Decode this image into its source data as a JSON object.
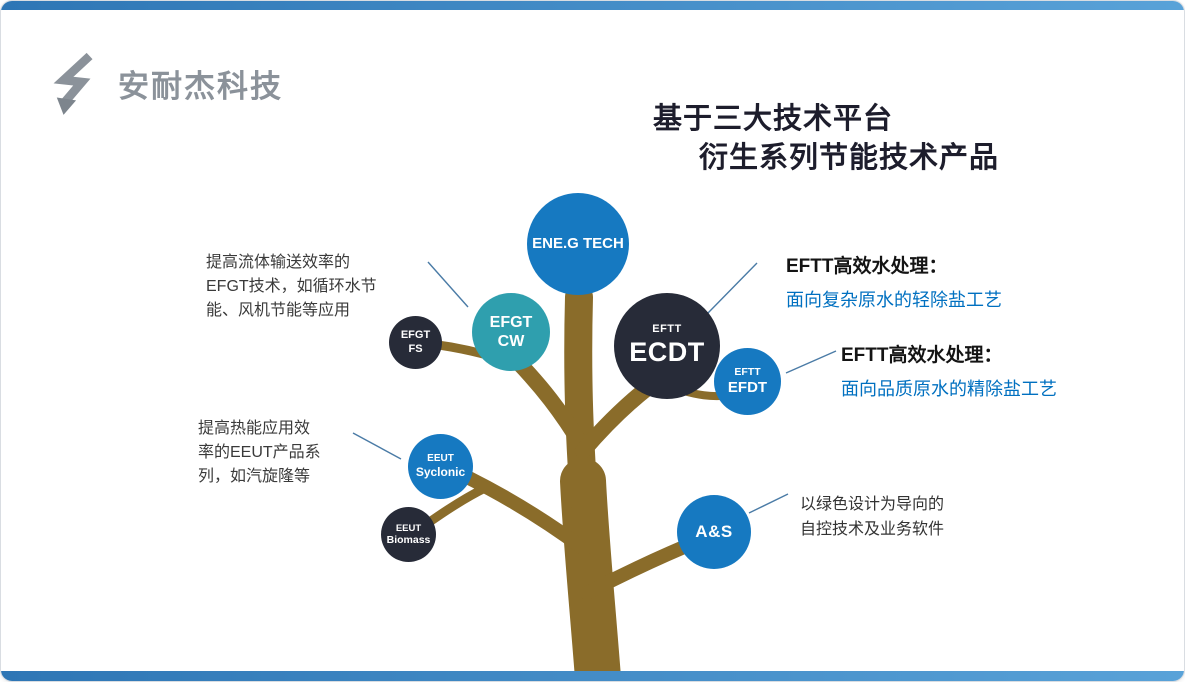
{
  "slide": {
    "logo": {
      "text": "安耐杰科技"
    },
    "title": {
      "line1": "基于三大技术平台",
      "line2": "衍生系列节能技术产品"
    },
    "colors": {
      "accent_bar_blue": "#2e76b5",
      "node_blue": "#1679c1",
      "node_teal": "#2f9fae",
      "node_dark": "#272b38",
      "trunk_brown": "#8a6c2a",
      "highlight_text_blue": "#0070c0",
      "logo_gray": "#8b929a"
    },
    "nodes": [
      {
        "id": "ene-g-tech",
        "lines": [
          "ENE.G TECH"
        ]
      },
      {
        "id": "efgt-cw",
        "lines": [
          "EFGT",
          "CW"
        ]
      },
      {
        "id": "efgt-fs",
        "lines": [
          "EFGT",
          "FS"
        ]
      },
      {
        "id": "ecdt",
        "lines": [
          "EFTT",
          "ECDT"
        ]
      },
      {
        "id": "efdt",
        "lines": [
          "EFTT",
          "EFDT"
        ]
      },
      {
        "id": "eeut-syclonic",
        "lines": [
          "EEUT",
          "Syclonic"
        ]
      },
      {
        "id": "eeut-biomass",
        "lines": [
          "EEUT",
          "Biomass"
        ]
      },
      {
        "id": "a-and-s",
        "lines": [
          "A&S"
        ]
      }
    ],
    "annotations": {
      "efgt": {
        "lines": [
          "提高流体输送效率的",
          "EFGT技术，如循环水节",
          "能、风机节能等应用"
        ]
      },
      "eeut": {
        "lines": [
          "提高热能应用效",
          "率的EEUT产品系",
          "列，如汽旋隆等"
        ]
      },
      "eftt1": {
        "title": "EFTT高效水处理：",
        "desc": "面向复杂原水的轻除盐工艺"
      },
      "eftt2": {
        "title": "EFTT高效水处理：",
        "desc": "面向品质原水的精除盐工艺"
      },
      "as": {
        "lines": [
          "以绿色设计为导向的",
          "自控技术及业务软件"
        ]
      }
    }
  }
}
